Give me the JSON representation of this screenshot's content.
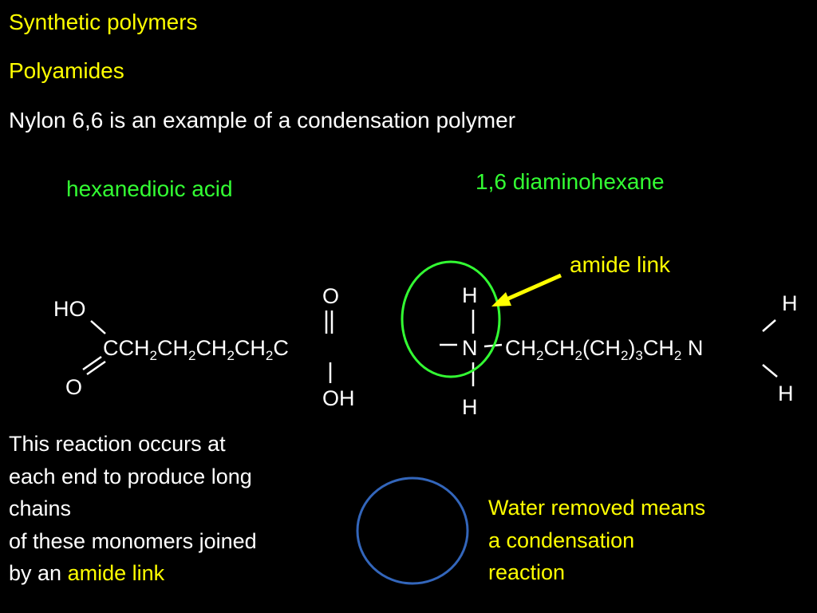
{
  "heading": {
    "line1": "Synthetic polymers",
    "line2": "Polyamides",
    "line3": "Nylon  6,6 is an example of a condensation polymer"
  },
  "labels": {
    "acid_name": "hexanedioic acid",
    "amine_name": "1,6 diaminohexane",
    "amide_link": "amide link"
  },
  "acid": {
    "ho": "HO",
    "o_top": "O",
    "o_bottom": "O",
    "oh": "OH",
    "chain": {
      "p1": "CCH",
      "s1": "2",
      "p2": "CH",
      "s2": "2",
      "p3": "CH",
      "s3": "2",
      "p4": "CH",
      "s4": "2",
      "p5": "C"
    }
  },
  "amine": {
    "h_top": "H",
    "n_left": "N",
    "h_bottom": "H",
    "h_right_top": "H",
    "h_right_bottom": "H",
    "chain": {
      "p1": "CH",
      "s1": "2",
      "p2": "CH",
      "s2": "2",
      "p3": "(CH",
      "s3": "2",
      "p4": ")",
      "s4": "3",
      "p5": "CH",
      "s5": "2",
      "p6": " N"
    }
  },
  "body_text": {
    "line1": "This reaction occurs at",
    "line2": "each end to produce long",
    "line3": "chains",
    "line4": "of these monomers joined",
    "line5_prefix": "by an ",
    "line5_highlight": "amide link"
  },
  "water_note": {
    "line1": "Water removed means",
    "line2": "a condensation",
    "line3": "reaction"
  },
  "colors": {
    "background": "#000000",
    "heading": "#ffff00",
    "body": "#ffffff",
    "monomer_label": "#33ff33",
    "amide_circle": "#33ff33",
    "water_circle": "#3366bb",
    "arrow": "#ffff00"
  }
}
